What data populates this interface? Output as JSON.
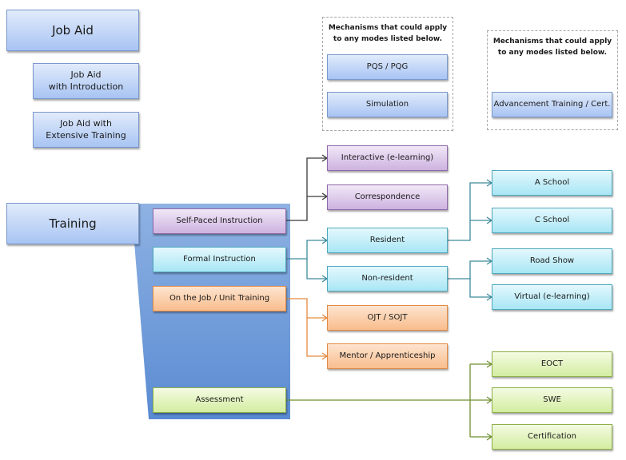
{
  "job_aid": {
    "main": "Job Aid",
    "with_introduction": "Job Aid\nwith Introduction",
    "with_extensive_training": "Job Aid with\nExtensive Training"
  },
  "mechanisms": [
    {
      "title": "Mechanisms that could apply\nto any modes listed below.",
      "items": [
        "PQS / PQG",
        "Simulation"
      ]
    },
    {
      "title": "Mechanisms that could apply\nto any modes listed below.",
      "items": [
        "Advancement Training / Cert."
      ]
    }
  ],
  "training": {
    "label": "Training",
    "categories": [
      {
        "label": "Self-Paced Instruction",
        "color": "#8e6aa8",
        "children": [
          "Interactive (e-learning)",
          "Correspondence"
        ]
      },
      {
        "label": "Formal Instruction",
        "color": "#4fa9bd",
        "children": [
          "Resident",
          "Non-resident"
        ]
      },
      {
        "label": "On the Job / Unit Training",
        "color": "#e38a42",
        "children": [
          "OJT / SOJT",
          "Mentor / Apprenticeship"
        ]
      },
      {
        "label": "Assessment",
        "color": "#7a9a3a",
        "children": [
          "EOCT",
          "SWE",
          "Certification"
        ]
      }
    ],
    "resident_children": [
      "A School",
      "C School"
    ],
    "nonresident_children": [
      "Road Show",
      "Virtual (e-learning)"
    ]
  }
}
